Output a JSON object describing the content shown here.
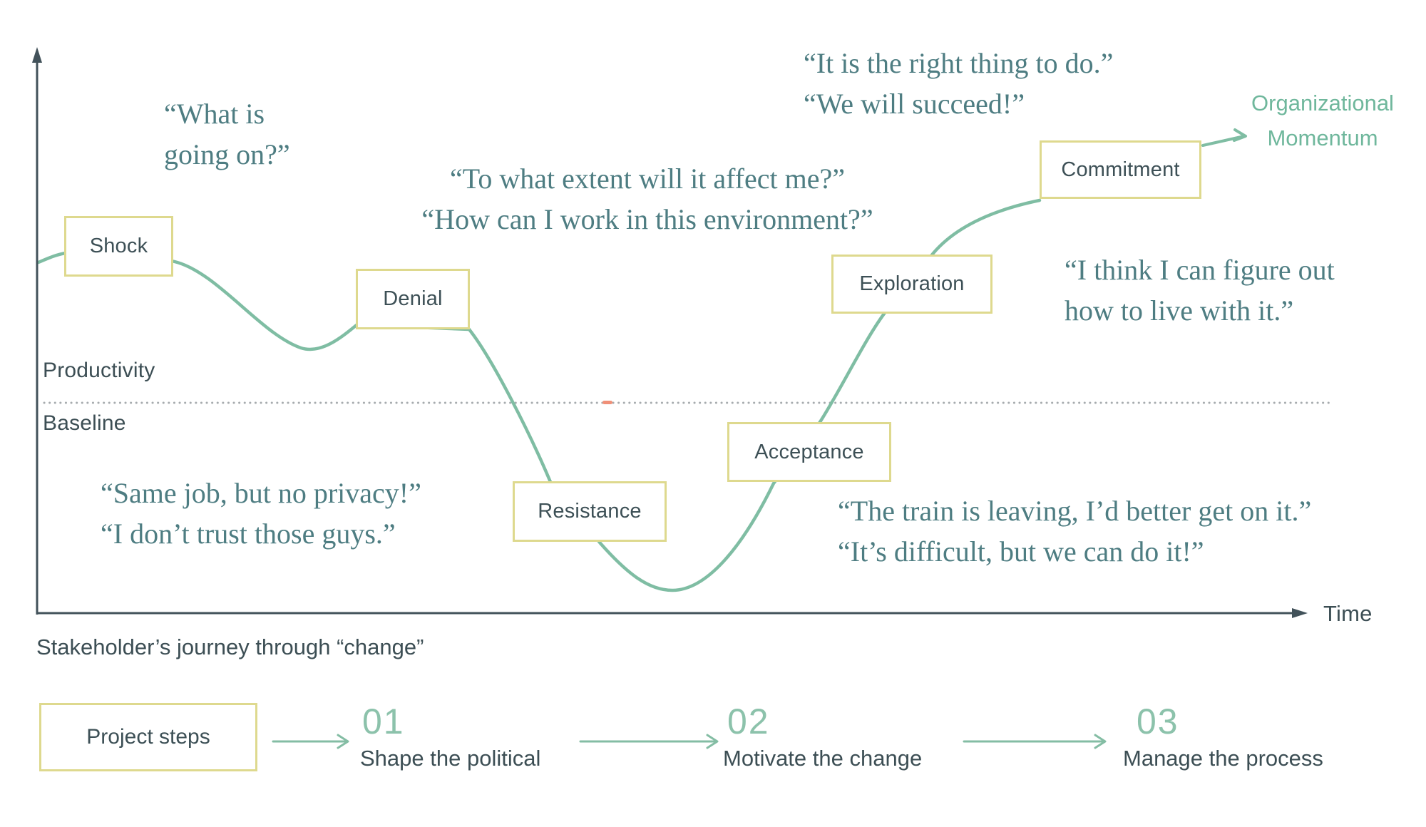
{
  "caption": "Stakeholder’s journey through “change”",
  "axes": {
    "y_label": "Productivity",
    "baseline_label": "Baseline",
    "x_label": "Time"
  },
  "momentum": {
    "line1": "Organizational",
    "line2": "Momentum"
  },
  "stages": [
    {
      "label": "Shock"
    },
    {
      "label": "Denial"
    },
    {
      "label": "Resistance"
    },
    {
      "label": "Acceptance"
    },
    {
      "label": "Exploration"
    },
    {
      "label": "Commitment"
    }
  ],
  "quotes": [
    {
      "lines": [
        "“What is",
        "going on?”"
      ]
    },
    {
      "lines": [
        "“To what extent will it affect me?”",
        "“How can I work in this environment?”"
      ]
    },
    {
      "lines": [
        "“It is the right thing to do.”",
        "“We will succeed!”"
      ]
    },
    {
      "lines": [
        "“I think I can figure out",
        "how to live with it.”"
      ]
    },
    {
      "lines": [
        "“Same job, but no privacy!”",
        "“I don’t trust those guys.”"
      ]
    },
    {
      "lines": [
        "“The train is leaving, I’d better get on it.”",
        "“It’s difficult, but we can do it!”"
      ]
    }
  ],
  "steps": {
    "box_label": "Project steps",
    "items": [
      {
        "number": "01",
        "label": "Shape the political"
      },
      {
        "number": "02",
        "label": "Motivate the change"
      },
      {
        "number": "03",
        "label": "Manage the process"
      }
    ]
  },
  "colors": {
    "curve": "#7fbda3",
    "box_border": "#ded98e",
    "box_text": "#3d5056",
    "quote": "#4e7d82",
    "momentum": "#6fb79c",
    "number": "#8cc2ab",
    "arrow": "#84bda4",
    "axis": "#42525a",
    "text": "#3c4e54",
    "dots": "#a6abae",
    "marker": "#f09078"
  }
}
